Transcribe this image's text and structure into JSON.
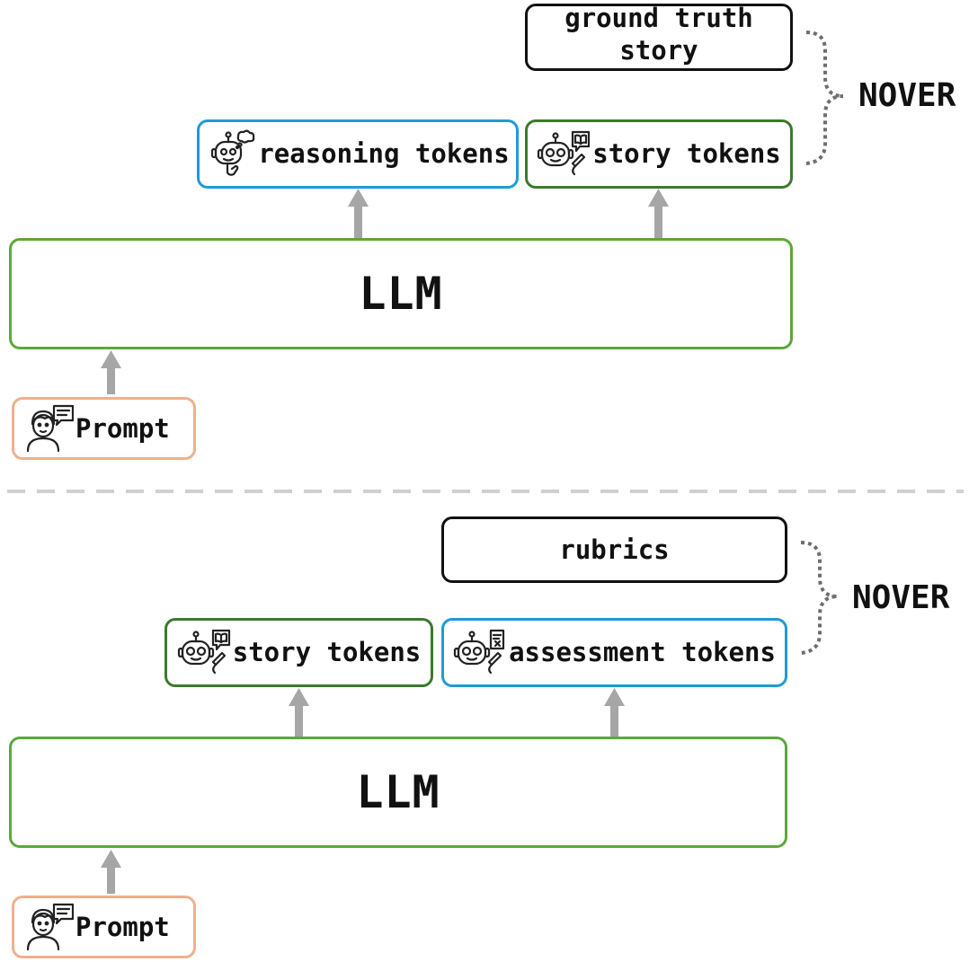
{
  "top": {
    "ground_truth": "ground truth story",
    "reasoning": "reasoning tokens",
    "story": "story tokens",
    "llm": "LLM",
    "prompt": "Prompt",
    "nover": "NOVER"
  },
  "bottom": {
    "rubrics": "rubrics",
    "story": "story tokens",
    "assessment": "assessment tokens",
    "llm": "LLM",
    "prompt": "Prompt",
    "nover": "NOVER"
  },
  "colors": {
    "llm_border": "#5ba83a",
    "story_border": "#3a7a2c",
    "reasoning_border": "#1f9bd6",
    "prompt_border": "#f0b08c",
    "arrow": "#a6a6a6",
    "divider": "#d0d0d0"
  },
  "icons": {
    "prompt": "user-speech-icon",
    "reasoning": "robot-thinking-icon",
    "story": "robot-book-icon",
    "assessment": "robot-checklist-icon"
  }
}
